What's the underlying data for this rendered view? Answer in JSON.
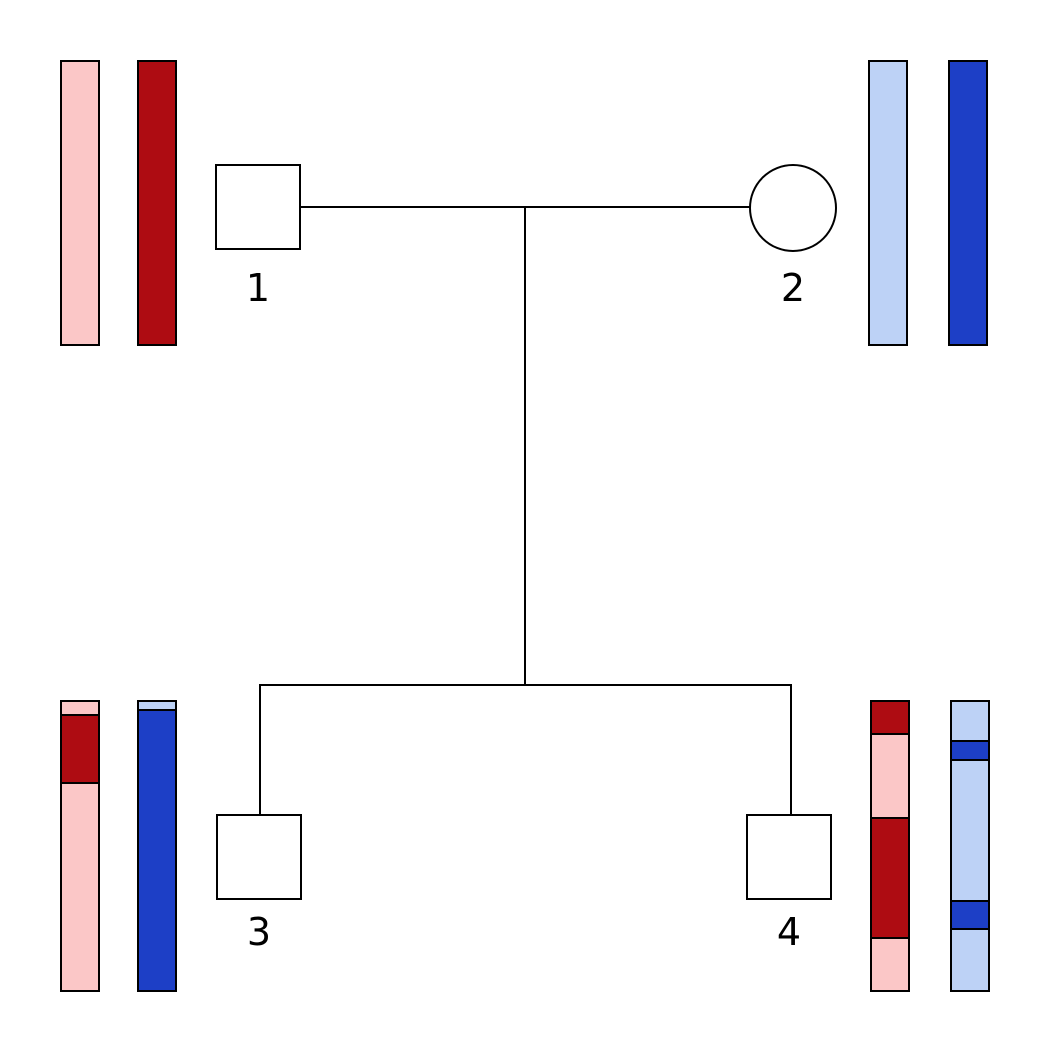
{
  "background": "#FFFFFF",
  "colors": {
    "red_light": "#FBC7C7",
    "red_dark": "#AE0C12",
    "blue_light": "#BDD2F6",
    "blue_dark": "#1D3FC6"
  },
  "individuals": [
    {
      "id": "1",
      "label": "1",
      "sex": "male",
      "generation": "parent",
      "bars": [
        {
          "segments": [
            {
              "color": "red_light",
              "frac": 1
            }
          ]
        },
        {
          "segments": [
            {
              "color": "red_dark",
              "frac": 1
            }
          ]
        }
      ]
    },
    {
      "id": "2",
      "label": "2",
      "sex": "female",
      "generation": "parent",
      "bars": [
        {
          "segments": [
            {
              "color": "blue_light",
              "frac": 1
            }
          ]
        },
        {
          "segments": [
            {
              "color": "blue_dark",
              "frac": 1
            }
          ]
        }
      ]
    },
    {
      "id": "3",
      "label": "3",
      "sex": "male",
      "generation": "child",
      "bars": [
        {
          "segments": [
            {
              "color": "red_light",
              "frac": 0.041
            },
            {
              "color": "red_dark",
              "frac": 0.234
            },
            {
              "color": "red_light",
              "frac": 0.725
            }
          ]
        },
        {
          "segments": [
            {
              "color": "blue_light",
              "frac": 0.024
            },
            {
              "color": "blue_dark",
              "frac": 0.976
            }
          ]
        }
      ]
    },
    {
      "id": "4",
      "label": "4",
      "sex": "male",
      "generation": "child",
      "bars": [
        {
          "segments": [
            {
              "color": "red_dark",
              "frac": 0.11
            },
            {
              "color": "red_light",
              "frac": 0.29
            },
            {
              "color": "red_dark",
              "frac": 0.42
            },
            {
              "color": "red_light",
              "frac": 0.18
            }
          ]
        },
        {
          "segments": [
            {
              "color": "blue_light",
              "frac": 0.137
            },
            {
              "color": "blue_dark",
              "frac": 0.058
            },
            {
              "color": "blue_light",
              "frac": 0.497
            },
            {
              "color": "blue_dark",
              "frac": 0.092
            },
            {
              "color": "blue_light",
              "frac": 0.216
            }
          ]
        }
      ]
    }
  ]
}
